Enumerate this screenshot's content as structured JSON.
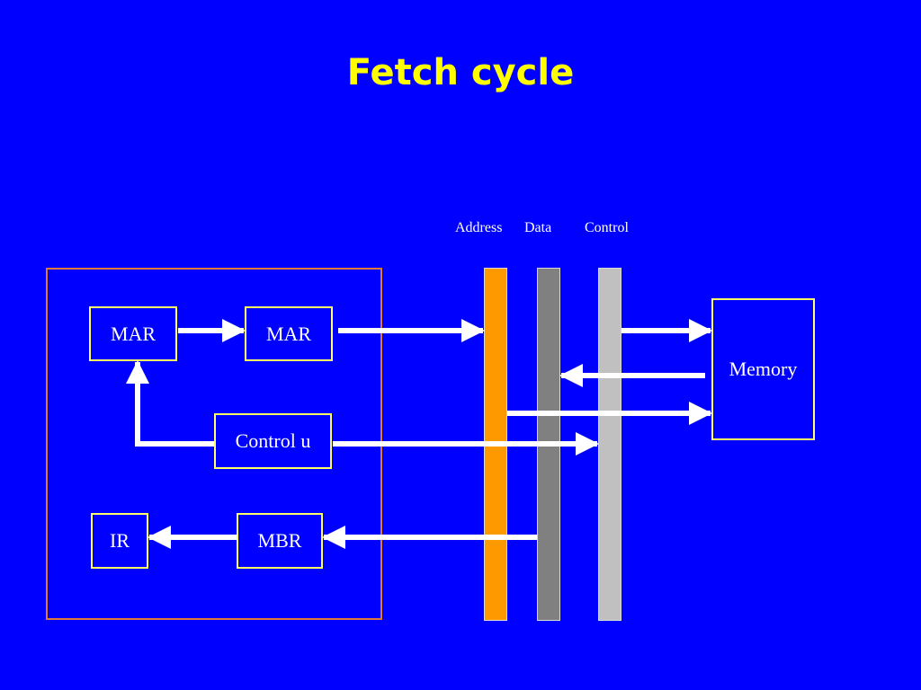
{
  "slide": {
    "title": "Fetch cycle"
  },
  "buses": {
    "address_label": "Address",
    "data_label": "Data",
    "control_label": "Control",
    "address_color": "#ff9900",
    "data_color": "#808080",
    "control_color": "#c0c0c0"
  },
  "registers": {
    "mar_left": "MAR",
    "mar_right": "MAR",
    "control_unit": "Control u",
    "ir": "IR",
    "mbr": "MBR"
  },
  "memory": {
    "label": "Memory"
  },
  "colors": {
    "background": "#0000ff",
    "title": "#ffff00",
    "box_border": "#ffff66",
    "cpu_frame": "#e07a3a",
    "arrow": "#ffffff"
  }
}
